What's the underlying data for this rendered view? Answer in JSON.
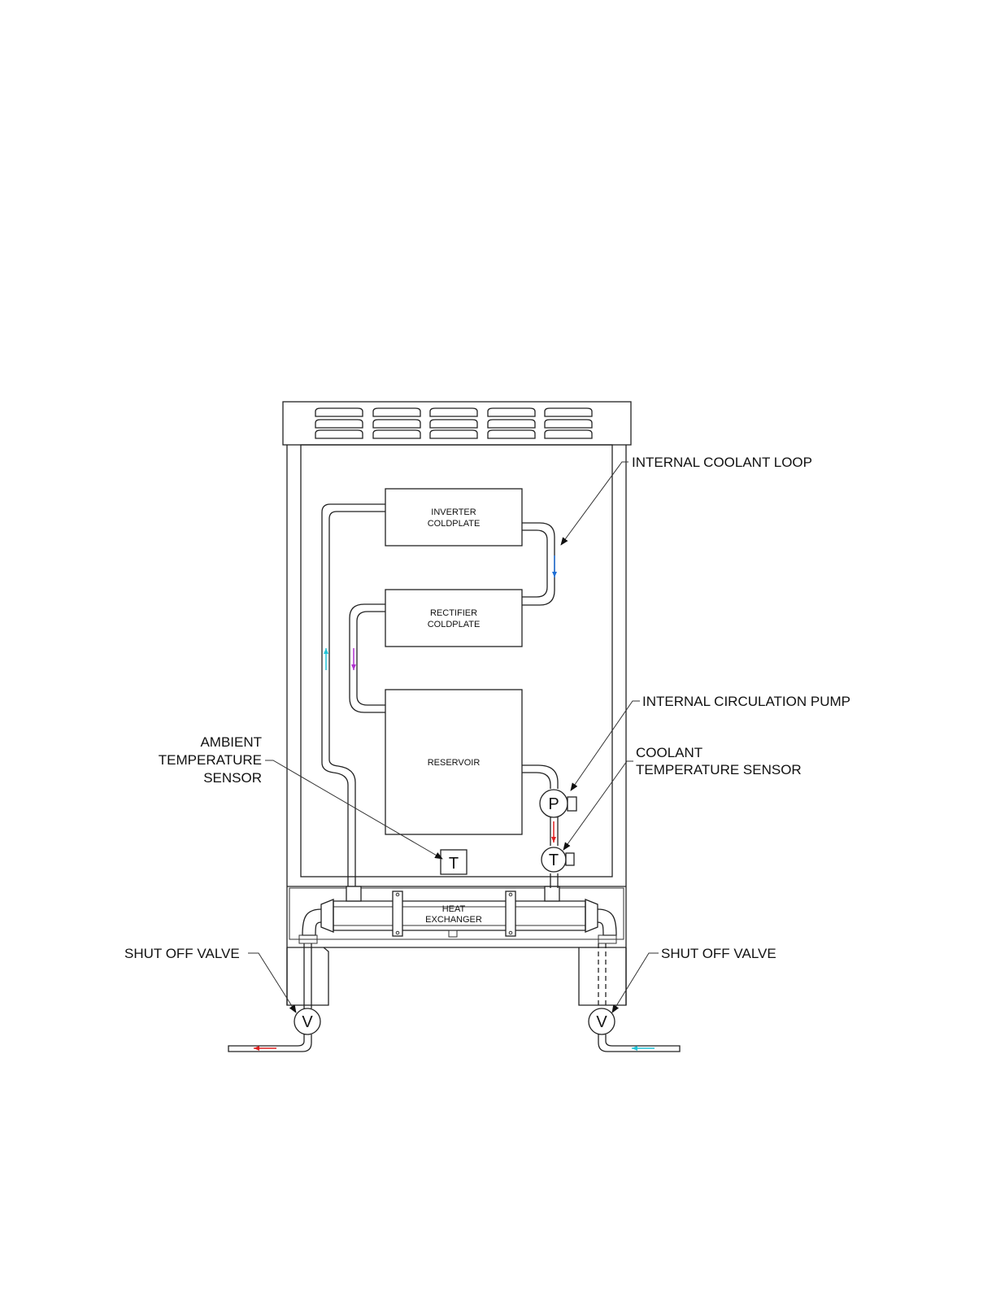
{
  "labels": {
    "internal_coolant_loop": "INTERNAL COOLANT LOOP",
    "internal_circulation_pump": "INTERNAL CIRCULATION PUMP",
    "coolant_temp_line1": "COOLANT",
    "coolant_temp_line2": "TEMPERATURE SENSOR",
    "ambient_line1": "AMBIENT",
    "ambient_line2": "TEMPERATURE",
    "ambient_line3": "SENSOR",
    "shut_off_left": "SHUT OFF VALVE",
    "shut_off_right": "SHUT OFF VALVE"
  },
  "components": {
    "inverter_line1": "INVERTER",
    "inverter_line2": "COLDPLATE",
    "rectifier_line1": "RECTIFIER",
    "rectifier_line2": "COLDPLATE",
    "reservoir": "RESERVOIR",
    "heat_exchanger_line1": "HEAT",
    "heat_exchanger_line2": "EXCHANGER"
  },
  "symbols": {
    "pump": "P",
    "coolant_sensor": "T",
    "ambient_sensor": "T",
    "valve_left": "V",
    "valve_right": "V"
  },
  "colors": {
    "flow_blue": "#1f6fd6",
    "flow_cyan": "#22c4d8",
    "flow_purple": "#b030d0",
    "flow_red": "#e02020"
  }
}
